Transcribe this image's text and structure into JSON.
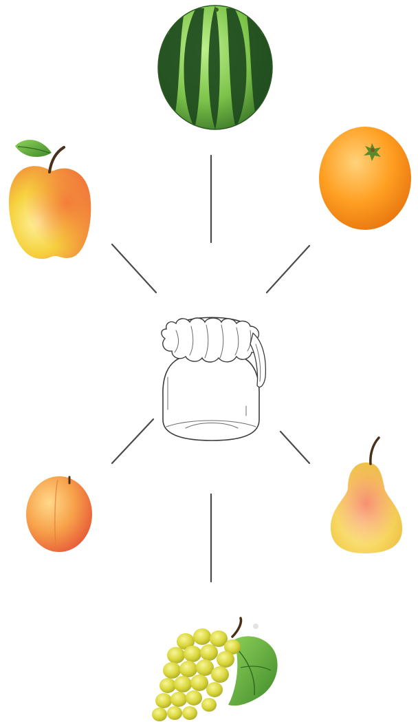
{
  "scene": {
    "center_item": "jam-jar",
    "items": [
      {
        "name": "watermelon",
        "icon": "watermelon-icon"
      },
      {
        "name": "orange",
        "icon": "orange-icon"
      },
      {
        "name": "apple",
        "icon": "apple-icon"
      },
      {
        "name": "apricot",
        "icon": "apricot-icon"
      },
      {
        "name": "pear",
        "icon": "pear-icon"
      },
      {
        "name": "grapes",
        "icon": "grapes-icon"
      }
    ],
    "colors": {
      "background": "#ffffff",
      "connector": "#4a4a4a",
      "watermelon_light": "#8fd15a",
      "watermelon_dark": "#1f4f1f",
      "orange": "#ff9b1f",
      "apple": "#f2c531",
      "apricot": "#f59a3a",
      "pear": "#f6d25a",
      "grapes": "#d8d83a",
      "leaf": "#4f9a2f"
    }
  }
}
